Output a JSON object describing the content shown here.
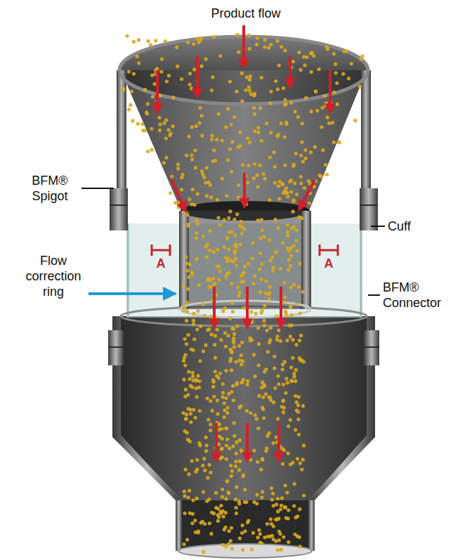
{
  "diagram": {
    "labels": [
      "Product flow",
      "BFM® Spigot",
      "Cuff",
      "Flow correction ring",
      "BFM® Connector",
      "A",
      "A"
    ]
  }
}
